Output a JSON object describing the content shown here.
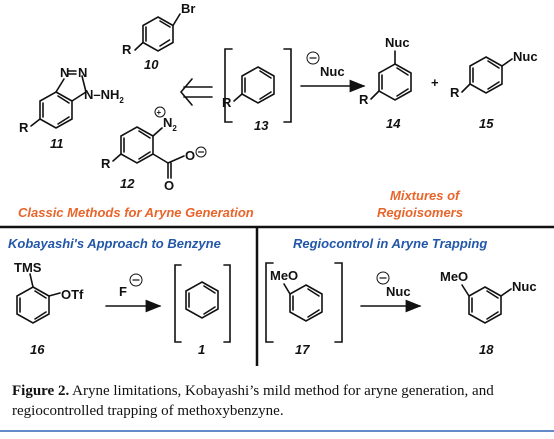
{
  "labels": {
    "br": "Br",
    "r": "R",
    "nuc": "Nuc",
    "nh2": "N–NH",
    "nh2_sub": "2",
    "n": "N",
    "n2": "N",
    "n2_sub": "2",
    "o": "O",
    "plus": "+",
    "minus": "−",
    "tms": "TMS",
    "otf": "OTf",
    "f": "F",
    "meo": "MeO"
  },
  "compounds": {
    "c10": "10",
    "c11": "11",
    "c12": "12",
    "c13": "13",
    "c14": "14",
    "c15": "15",
    "c16": "16",
    "c1": "1",
    "c17": "17",
    "c18": "18"
  },
  "headings": {
    "classic": "Classic Methods for Aryne Generation",
    "mixtures_1": "Mixtures of",
    "mixtures_2": "Regioisomers",
    "kobayashi": "Kobayashi's Approach to Benzyne",
    "regiocontrol": "Regiocontrol in Aryne Trapping"
  },
  "caption": {
    "head": "Figure 2.",
    "text": " Aryne limitations, Kobayashi’s mild method for aryne generation, and regiocontrolled trapping of methoxybenzyne."
  },
  "colors": {
    "orange": "#e8652b",
    "blue": "#2257a8",
    "rule": "#2f63b5"
  }
}
